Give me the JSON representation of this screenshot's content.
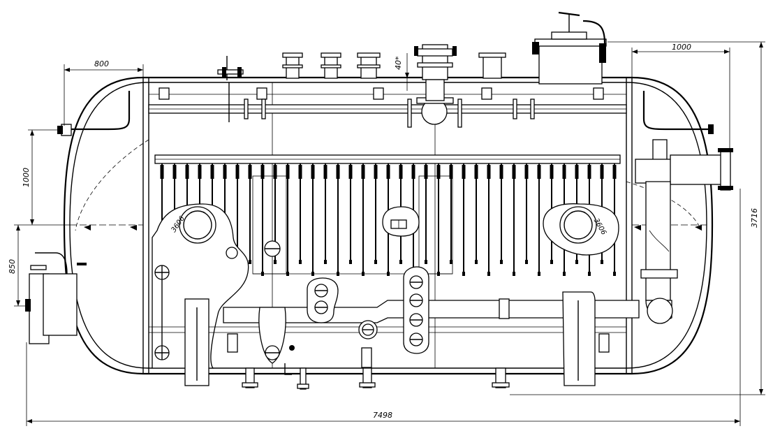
{
  "dimensions": {
    "top_left": "800",
    "top_right": "1000",
    "nozzle_height": "40*",
    "left_vertical_upper": "1000",
    "left_vertical_lower": "850",
    "right_total": "3716",
    "bottom_total": "7498"
  },
  "marks": {
    "left_manhole": "3606",
    "right_manhole": "3606"
  }
}
